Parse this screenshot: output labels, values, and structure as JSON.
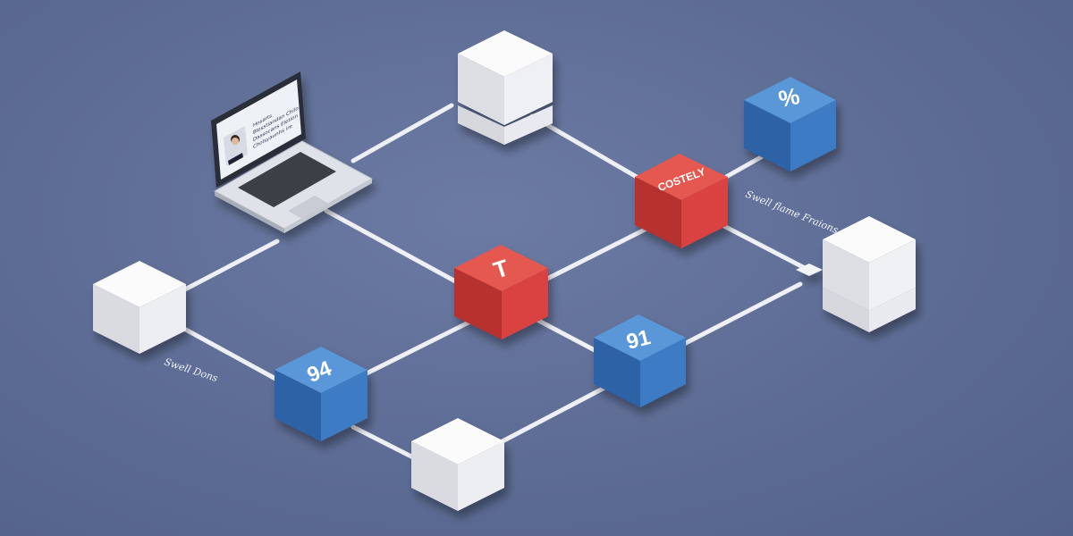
{
  "colors": {
    "background": "#5d6c94",
    "white_block": "#f3f4f7",
    "red_block": "#d94340",
    "blue_block": "#3e7cc4",
    "connector": "#eef0f6"
  },
  "blocks": {
    "top_white": {
      "label": ""
    },
    "right_blue": {
      "label": "%"
    },
    "red_top": {
      "label": "COSTELY"
    },
    "center_red": {
      "label": "T"
    },
    "left_white": {
      "label": ""
    },
    "blue_left": {
      "label": "94"
    },
    "blue_right": {
      "label": "91"
    },
    "bottom_white": {
      "label": ""
    },
    "right_white": {
      "label": ""
    }
  },
  "captions": {
    "right": "Swell flame Fraions",
    "left": "Swell Dons"
  },
  "laptop": {
    "screen_lines": [
      "Hosarts",
      "Blesstiandan Chilo",
      "Dassocans Eletion",
      "Cholsyaunhs ire"
    ],
    "icon": "laptop-icon"
  }
}
